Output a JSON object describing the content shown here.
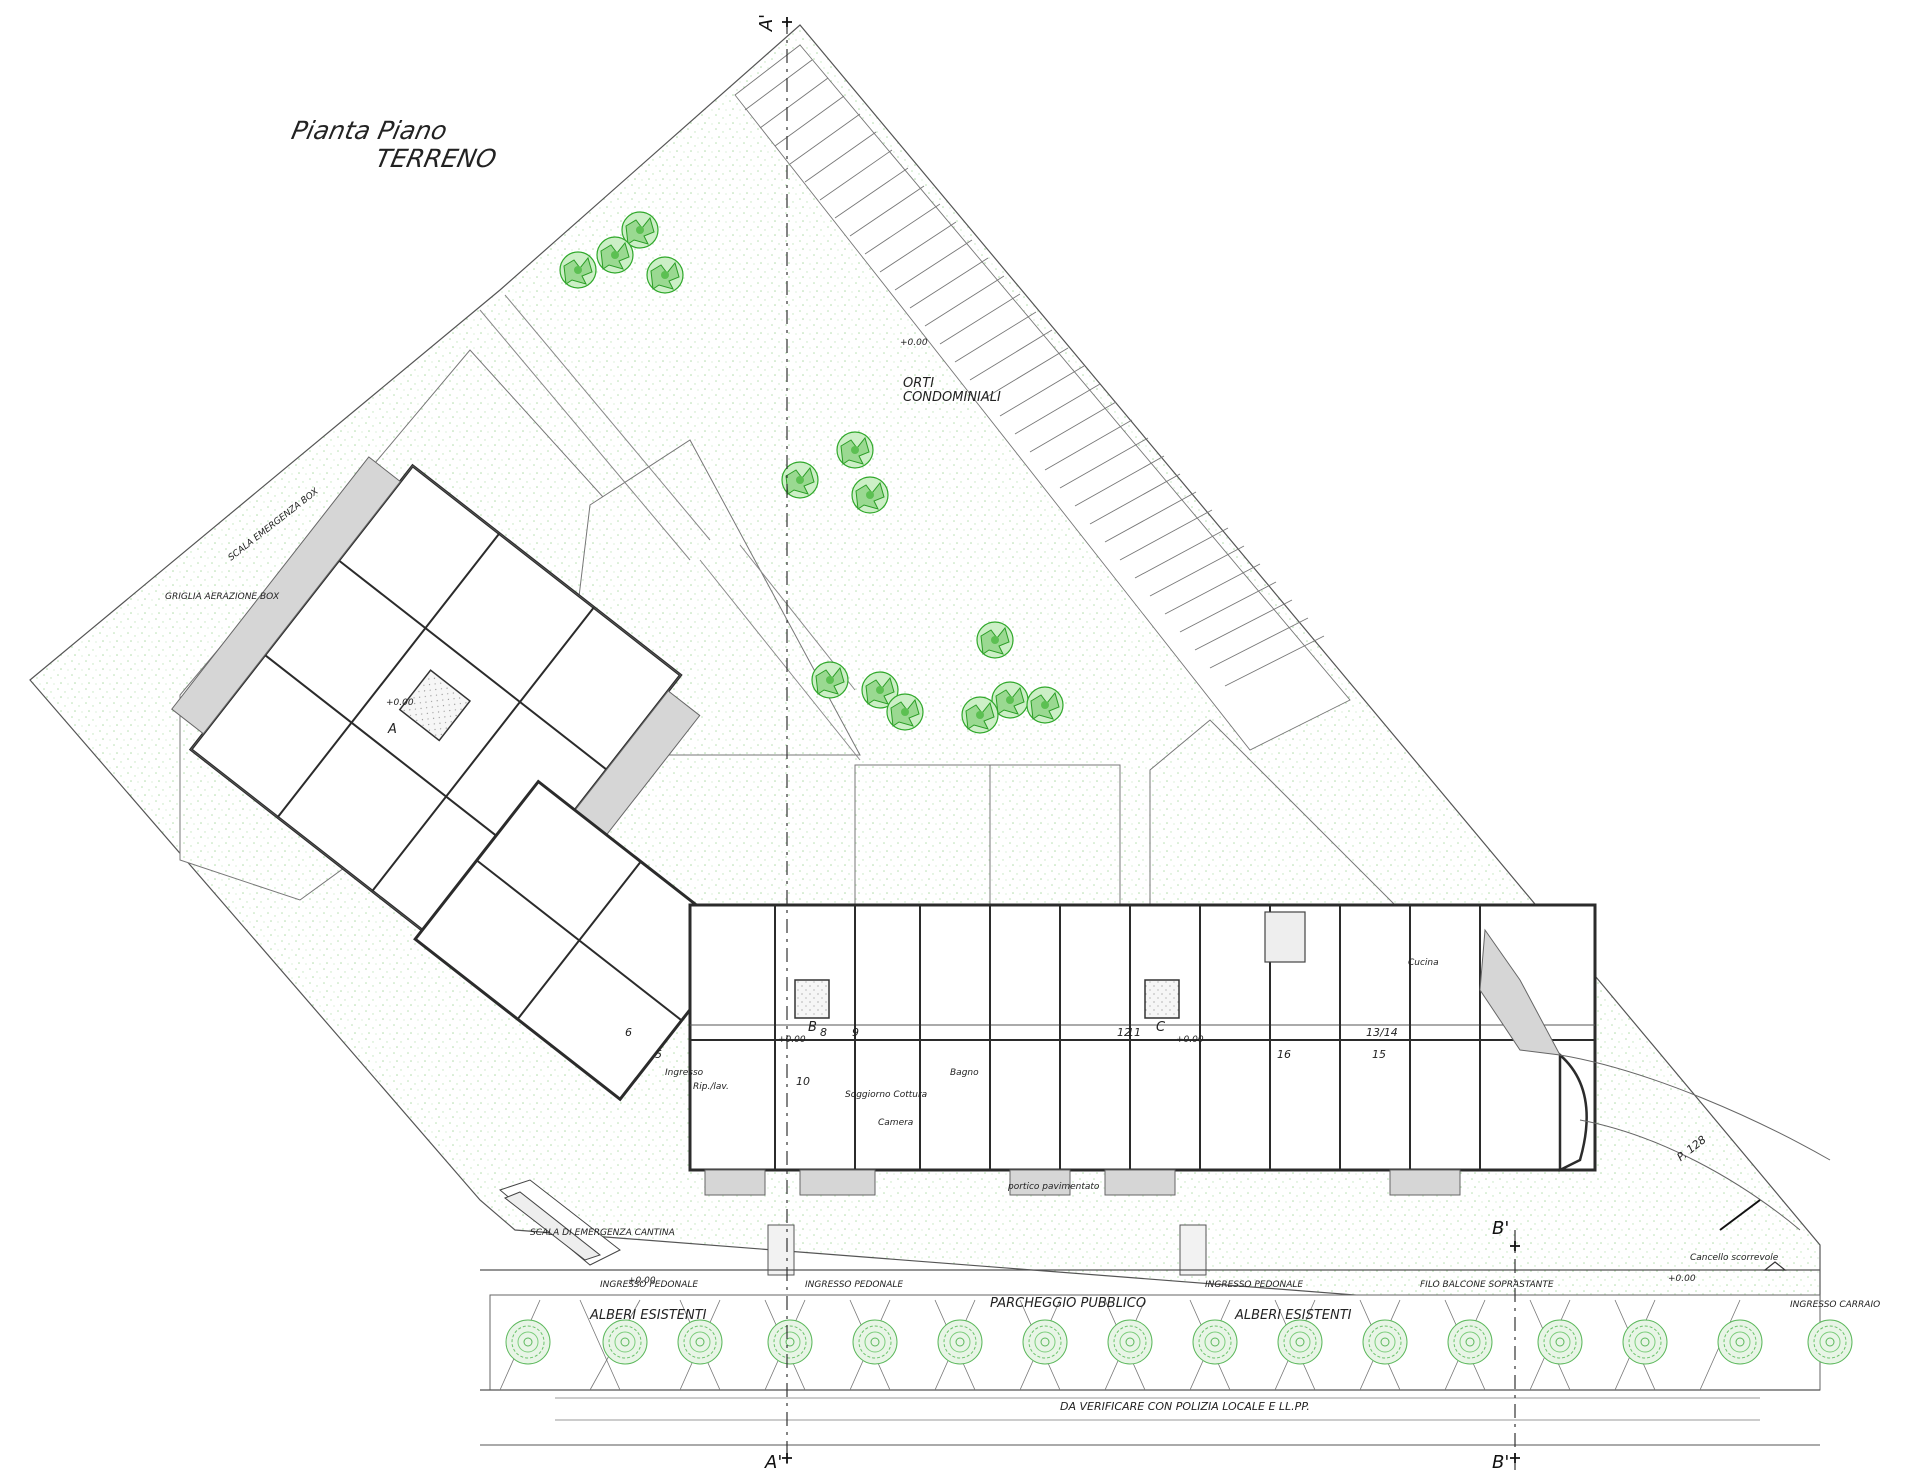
{
  "title": {
    "line1": "Pianta Piano",
    "line2": "TERRENO"
  },
  "areas": {
    "orti": {
      "line1": "ORTI",
      "line2": "CONDOMINIALI"
    },
    "parcheggio": "PARCHEGGIO PUBBLICO",
    "alberi_left": "ALBERI ESISTENTI",
    "alberi_right": "ALBERI ESISTENTI",
    "verificare": "DA VERIFICARE CON POLIZIA LOCALE E LL.PP.",
    "road": "P. 128"
  },
  "section_marks": {
    "a_top": "A'",
    "a_bottom": "A'",
    "b_right": "B'",
    "b_bottom": "B'"
  },
  "stairs": {
    "a": "A",
    "b": "B",
    "c": "C"
  },
  "levels": {
    "orti": "+0.00",
    "parking_left": "+0.00",
    "parking_right": "+0.00",
    "b": "+0.00",
    "c": "+0.00",
    "a": "+0.00"
  },
  "entrances": {
    "ped1": "INGRESSO PEDONALE",
    "ped2": "INGRESSO PEDONALE",
    "ped3": "INGRESSO PEDONALE",
    "balcony": "FILO BALCONE SOPRASTANTE",
    "emergency": "SCALA DI EMERGENZA CANTINA",
    "gate": "Cancello scorrevole",
    "carraio": "INGRESSO CARRAIO",
    "ramp": "SCALA EMERGENZA BOX"
  },
  "rooms": {
    "soggiorno": "Soggiorno Cottura",
    "camera": "Camera",
    "bagno": "Bagno",
    "ingresso": "Ingresso",
    "ripost": "Rip./lav.",
    "cucina": "Cucina",
    "portico": "portico pavimentato",
    "aerazione": "GRIGLIA AERAZIONE BOX"
  },
  "numbers": [
    "5",
    "6",
    "8",
    "9",
    "10",
    "11",
    "12",
    "15",
    "16",
    "13/14"
  ],
  "colors": {
    "line": "#4a4a4a",
    "wall": "#2b2b2b",
    "garden_dot": "#a6d9a0",
    "tree": "#55c24a",
    "gray_fill": "#d6d6d6"
  }
}
